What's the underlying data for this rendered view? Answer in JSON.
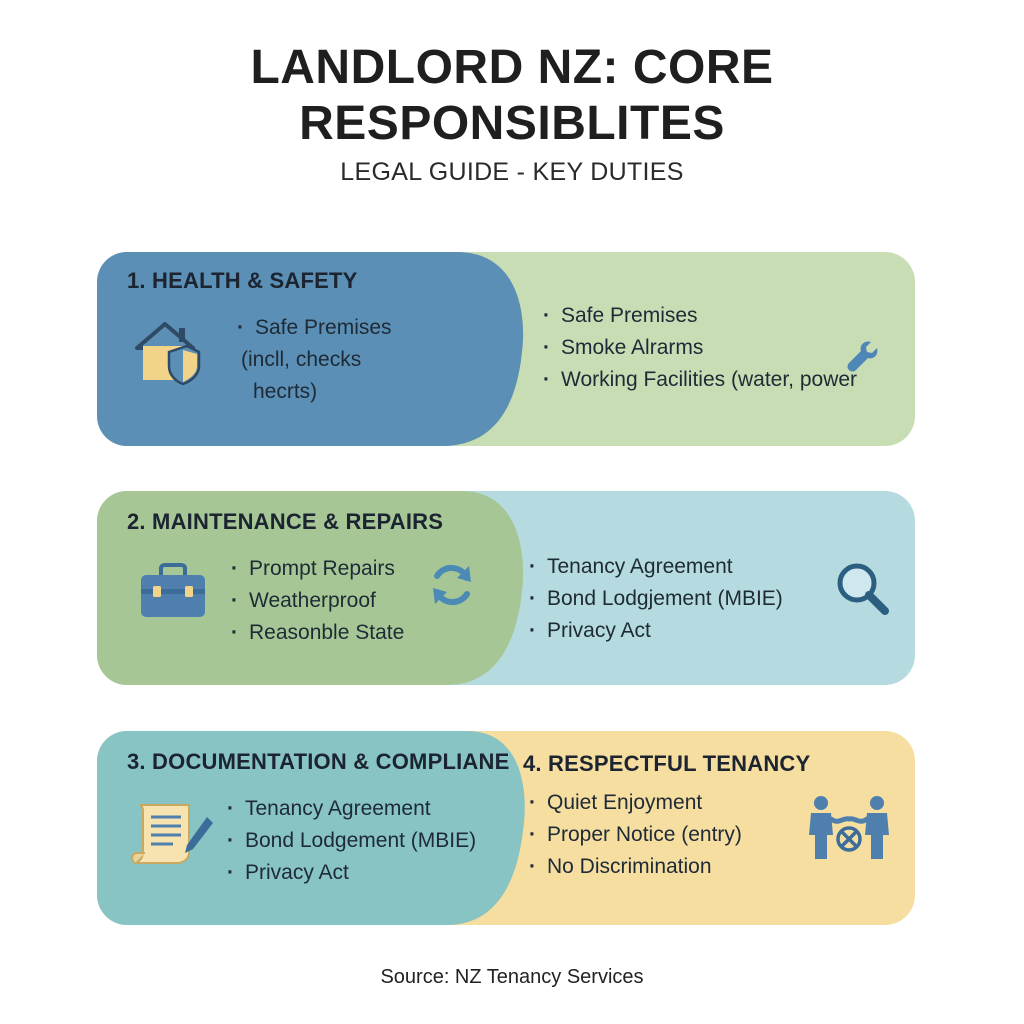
{
  "header": {
    "title_line1": "LANDLORD NZ: CORE",
    "title_line2": "RESPONSIBLITES",
    "subtitle": "LEGAL GUIDE - KEY DUTIES"
  },
  "colors": {
    "blue": "#5b8fb5",
    "green_light": "#c9ddb4",
    "green": "#a6c795",
    "aqua": "#b5dbe0",
    "teal": "#88c4c3",
    "yellow": "#f6dea0"
  },
  "cards": [
    {
      "title": "1. HEALTH & SAFETY",
      "left_items": [
        "Safe Premises",
        "(incll, checks",
        "hecrts)"
      ],
      "right_items": [
        "Safe Premises",
        "Smoke Alrarms",
        "Working Facilities (water, power"
      ],
      "left_icon": "house-shield-icon",
      "right_icon": "wrench-icon"
    },
    {
      "title": "2. MAINTENANCE & REPAIRS",
      "left_items": [
        "Prompt Repairs",
        "Weatherproof",
        "Reasonble State"
      ],
      "right_items": [
        "Tenancy Agreement",
        "Bond Lodgjement (MBIE)",
        "Privacy Act"
      ],
      "left_icon": "toolbox-icon",
      "mid_icon": "refresh-icon",
      "right_icon": "magnifier-icon"
    },
    {
      "title_left": "3. DOCUMENTATION & COMPLIANE",
      "title_right": "4. RESPECTFUL TENANCY",
      "left_items": [
        "Tenancy Agreement",
        "Bond Lodgement (MBIE)",
        "Privacy Act"
      ],
      "right_items": [
        "Quiet Enjoyment",
        "Proper Notice (entry)",
        "No Discrimination"
      ],
      "left_icon": "document-pen-icon",
      "right_icon": "people-no-discrimination-icon"
    }
  ],
  "footer": {
    "source": "Source: NZ Tenancy Services"
  }
}
